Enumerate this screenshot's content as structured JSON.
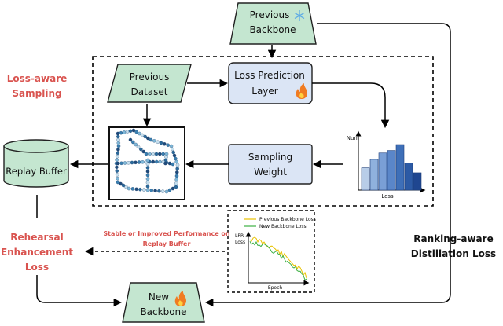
{
  "labels": {
    "previous_backbone": [
      "Previous",
      "Backbone"
    ],
    "previous_dataset": [
      "Previous",
      "Dataset"
    ],
    "loss_prediction_layer": [
      "Loss Prediction",
      "Layer"
    ],
    "sampling_weight": [
      "Sampling",
      "Weight"
    ],
    "replay_buffer": "Replay Buffer",
    "new_backbone": [
      "New",
      "Backbone"
    ],
    "loss_aware_sampling": [
      "Loss-aware",
      "Sampling"
    ],
    "rehearsal_enhancement_loss": [
      "Rehearsal",
      "Enhancement",
      "Loss"
    ],
    "ranking_aware_distillation_loss": [
      "Ranking-aware",
      "Distillation Loss"
    ],
    "stable_improved": [
      "Stable or Improved Performance on",
      "Replay Buffer"
    ]
  },
  "histogram": {
    "ylabel": "Num",
    "xlabel": "Loss",
    "values": [
      0.45,
      0.62,
      0.75,
      0.8,
      0.92,
      0.55,
      0.35
    ]
  },
  "loss_chart": {
    "ylabel": [
      "LPR",
      "Loss"
    ],
    "xlabel": "Epoch",
    "legend": [
      "Previous Backbone Loss",
      "New Backbone Loss"
    ]
  },
  "colors": {
    "teal_fill": "#c4e6d0",
    "blue_fill": "#dbe5f5",
    "accent_red": "#d9534f"
  }
}
